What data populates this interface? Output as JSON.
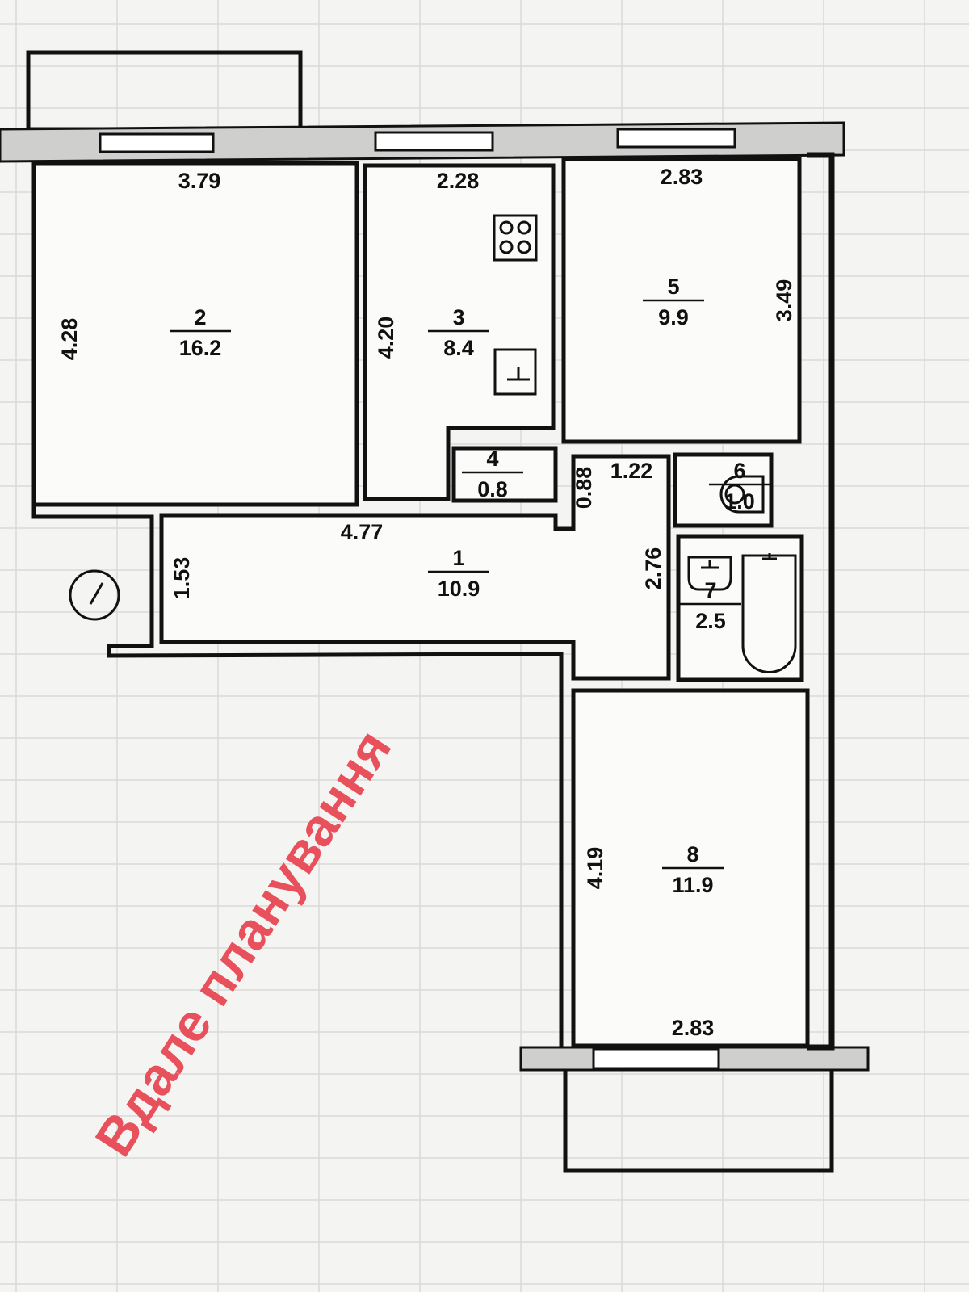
{
  "rooms": [
    {
      "number": "1",
      "area": "10.9"
    },
    {
      "number": "2",
      "area": "16.2"
    },
    {
      "number": "3",
      "area": "8.4"
    },
    {
      "number": "4",
      "area": "0.8"
    },
    {
      "number": "5",
      "area": "9.9"
    },
    {
      "number": "6",
      "area": "1.0"
    },
    {
      "number": "7",
      "area": "2.5"
    },
    {
      "number": "8",
      "area": "11.9"
    }
  ],
  "dimensions": {
    "room2_width": "3.79",
    "room2_length": "4.28",
    "room3_width": "2.28",
    "room3_length": "4.20",
    "room5_width": "2.83",
    "room5_length": "3.49",
    "hall_length": "4.77",
    "hall_entry_width": "1.53",
    "hall_upper_depth": "0.88",
    "hall_upper_width": "1.22",
    "hall_right_length": "2.76",
    "room8_length": "4.19",
    "room8_width": "2.83"
  },
  "watermark": "Вдале планування"
}
